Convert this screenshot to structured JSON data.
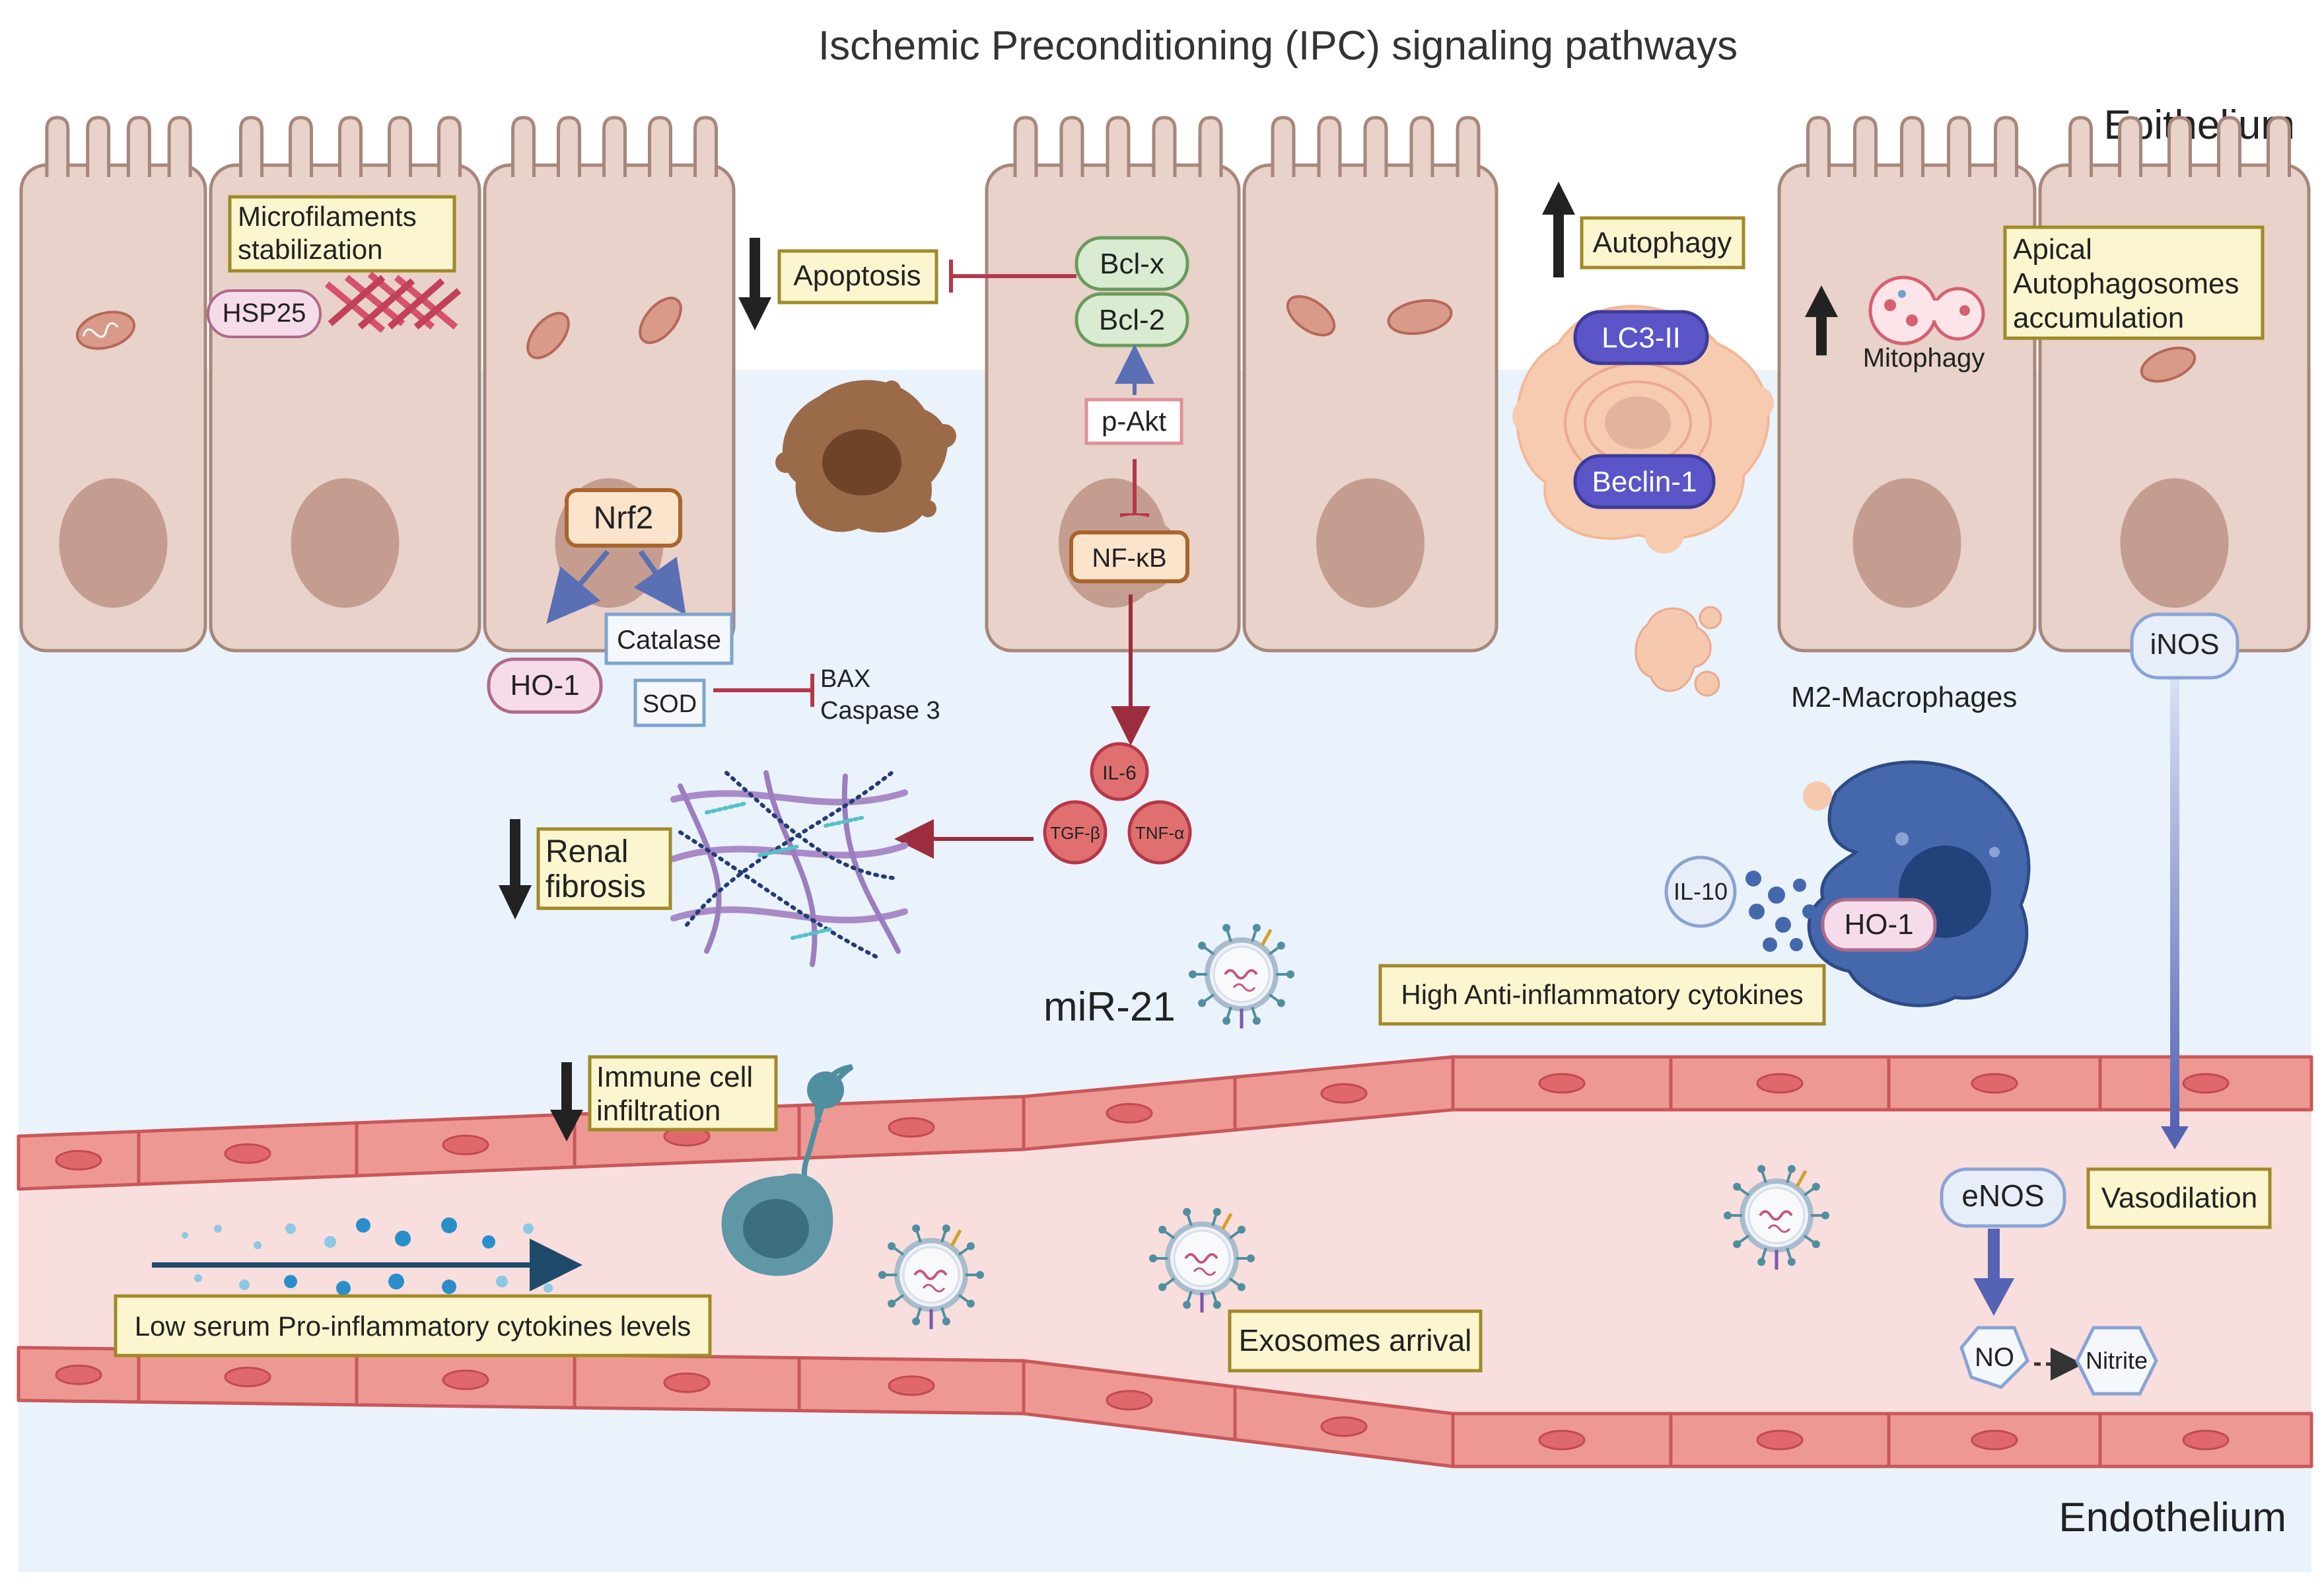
{
  "title": "Ischemic Preconditioning (IPC) signaling pathways",
  "regions": {
    "top": "Epithelium",
    "bottom": "Endothelium"
  },
  "labels": {
    "microfilaments": [
      "Microfilaments",
      "stabilization"
    ],
    "hsp25": "HSP25",
    "apoptosis": "Apoptosis",
    "bclx": "Bcl-x",
    "bcl2": "Bcl-2",
    "pakt": "p-Akt",
    "nfkb": "NF-κB",
    "nrf2": "Nrf2",
    "catalase": "Catalase",
    "ho1_left": "HO-1",
    "sod": "SOD",
    "bax": "BAX",
    "caspase3": "Caspase 3",
    "autophagy": "Autophagy",
    "lc3": "LC3-II",
    "beclin": "Beclin-1",
    "mitophagy": "Mitophagy",
    "apical": [
      "Apical",
      "Autophagosomes",
      "accumulation"
    ],
    "m2": "M2-Macrophages",
    "inos": "iNOS",
    "il6": "IL-6",
    "tgfb": "TGF-β",
    "tnfa": "TNF-α",
    "renal": [
      "Renal",
      "fibrosis"
    ],
    "mir21": "miR-21",
    "il10": "IL-10",
    "ho1_right": "HO-1",
    "anti_inflam": "High Anti-inflammatory cytokines",
    "immune": [
      "Immune cell",
      "infiltration"
    ],
    "low_serum": "Low serum Pro-inflammatory cytokines levels",
    "exosomes": "Exosomes arrival",
    "enos": "eNOS",
    "vasodilation": "Vasodilation",
    "no": "NO",
    "nitrite": "Nitrite"
  },
  "colors": {
    "label_fill": "#fbf6cf",
    "label_border": "#a08a28",
    "cell_fill": "#e8d2c9",
    "cell_border": "#a7877b",
    "nucleus": "#c49d90",
    "interstitium": "#eaf2fb",
    "vessel_lumen": "#f9dede",
    "endothelial_cell": "#ee9893",
    "endothelial_border": "#c9575a",
    "inhibit": "#b5384a",
    "activate": "#5b6fb5",
    "cytokine": "#e07070",
    "macrophage": "#3f5f9e",
    "lc3_purple": "#5b55c8"
  }
}
